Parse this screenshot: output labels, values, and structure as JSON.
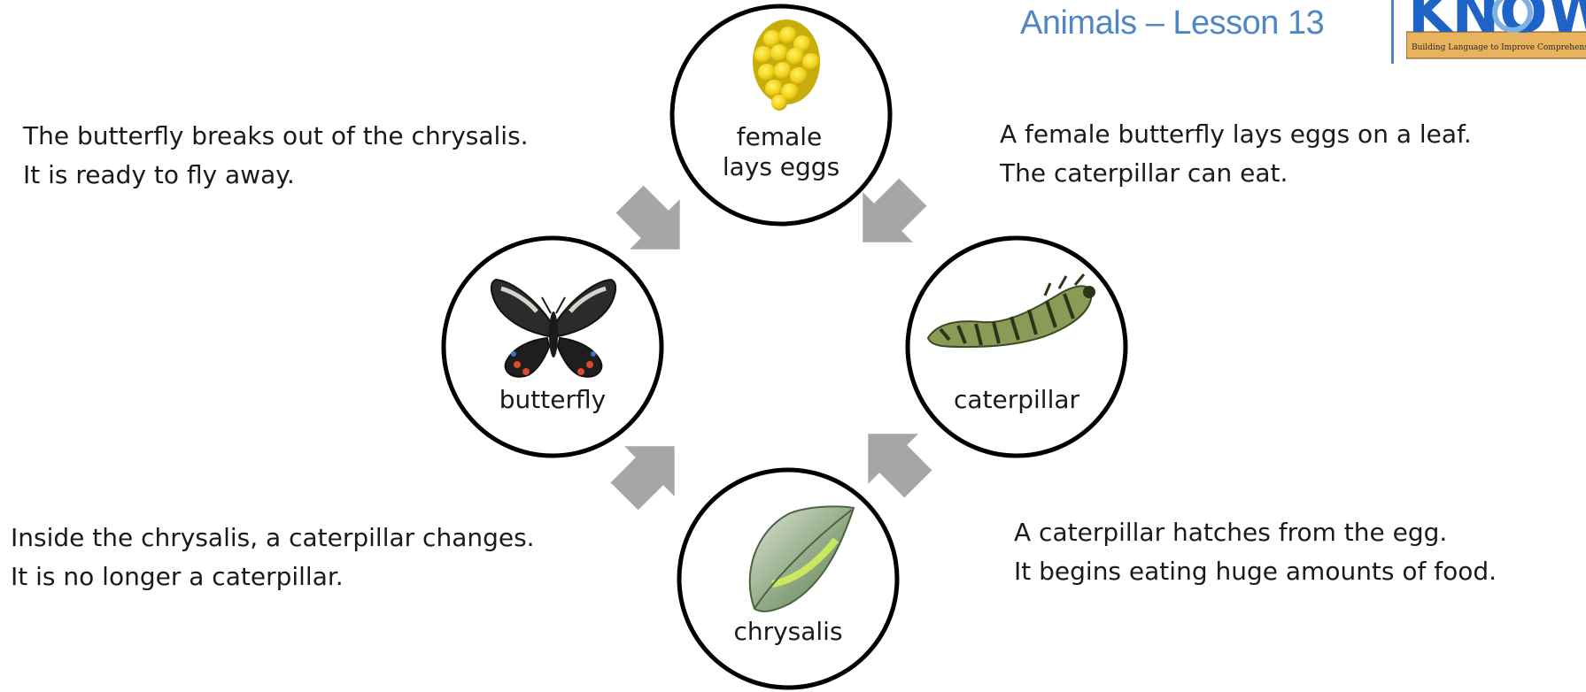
{
  "header": {
    "title": "Animals – Lesson 13",
    "logo": {
      "wordmark": "KNOW",
      "tagline": "Building Language to Improve Comprehension"
    }
  },
  "colors": {
    "title_blue": "#4f86c6",
    "logo_blue": "#1f63c7",
    "arrow_gray": "#a6a6a6",
    "circle_stroke": "#000000"
  },
  "stages": {
    "eggs": {
      "label_lines": [
        "female",
        "lays eggs"
      ],
      "icon": "egg-cluster-icon"
    },
    "caterpillar": {
      "label_lines": [
        "caterpillar"
      ],
      "icon": "caterpillar-icon"
    },
    "chrysalis": {
      "label_lines": [
        "chrysalis"
      ],
      "icon": "chrysalis-icon"
    },
    "butterfly": {
      "label_lines": [
        "butterfly"
      ],
      "icon": "butterfly-icon"
    }
  },
  "descriptions": {
    "eggs": [
      "A female butterfly lays eggs on a leaf.",
      "The caterpillar can eat."
    ],
    "caterpillar": [
      "A caterpillar hatches from the egg.",
      "It begins eating huge amounts of food."
    ],
    "chrysalis": [
      "Inside the chrysalis, a caterpillar changes.",
      "It is no longer a caterpillar."
    ],
    "butterfly": [
      "The butterfly breaks out of the chrysalis.",
      "It is ready to fly away."
    ]
  }
}
